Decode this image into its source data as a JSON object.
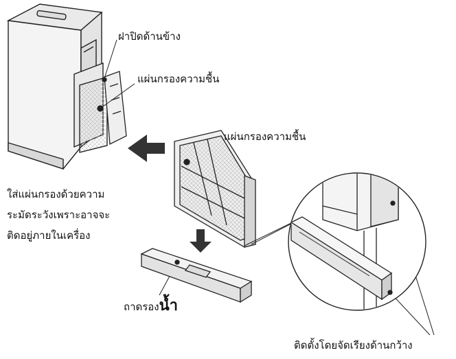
{
  "labels": {
    "side_cover": "ฝาปิดด้านข้าง",
    "filter_top": "แผ่นกรองความชื้น",
    "filter_mid": "แผ่นกรองความชื้น",
    "tray_prefix": "ถาดรอง",
    "tray_word": "น้ำ",
    "install_note": "ติดตั้งโดยจัดเรียงด้านกว้าง"
  },
  "caution": {
    "lines": [
      "ใส่แผ่นกรองด้วยความ",
      "ระมัดระวังเพราะอาจจะ",
      "ติดอยู่ภายในเครื่อง"
    ]
  },
  "colors": {
    "line": "#222222",
    "device_fill": "#f2f2f2",
    "shade": "#cfcfcf",
    "arrow": "#333333"
  }
}
